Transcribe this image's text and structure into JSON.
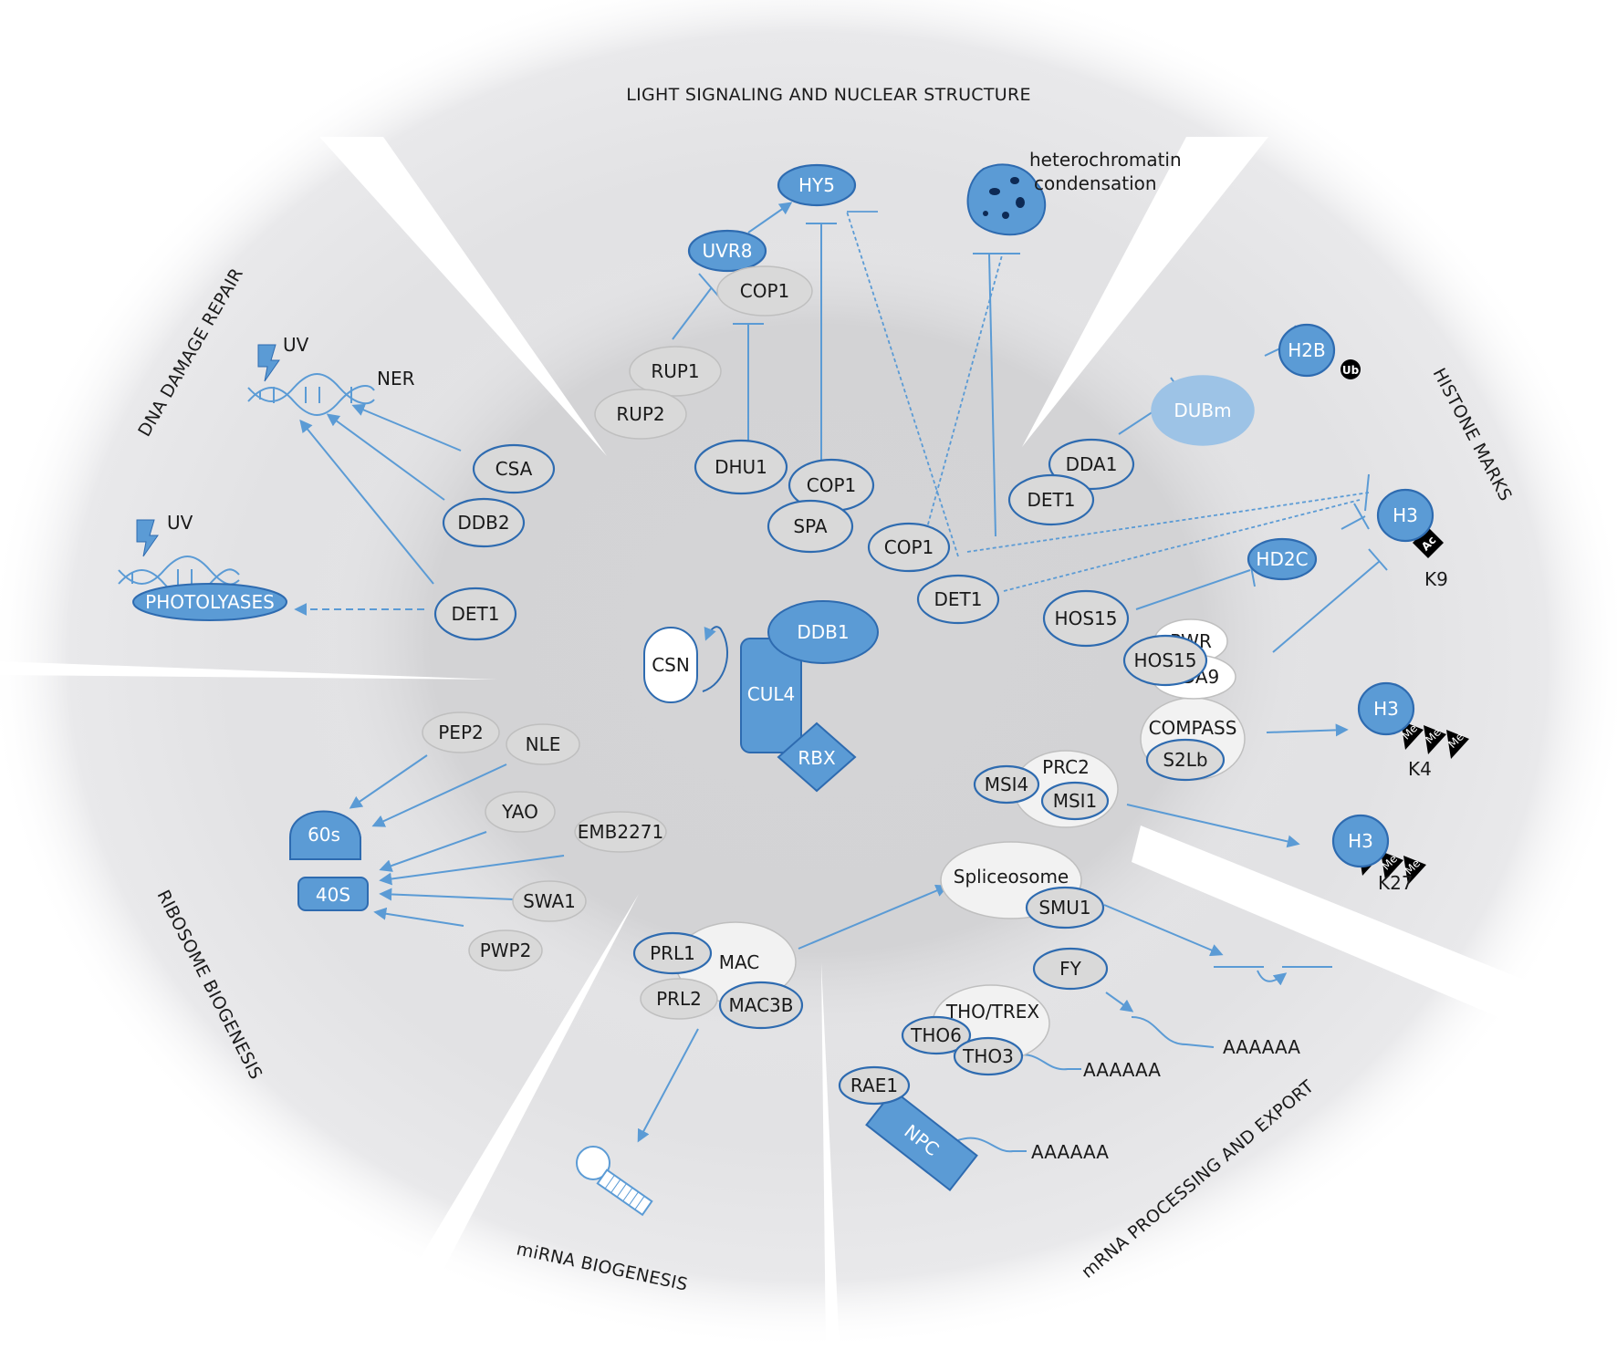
{
  "sections": {
    "light": "LIGHT SIGNALING AND NUCLEAR STRUCTURE",
    "dna": "DNA DAMAGE REPAIR",
    "histone": "HISTONE MARKS",
    "ribosome": "RIBOSOME BIOGENESIS",
    "mirna": "miRNA BIOGENESIS",
    "mrna": "mRNA PROCESSING AND EXPORT"
  },
  "core": {
    "ddb1": "DDB1",
    "cul4": "CUL4",
    "rbx": "RBX",
    "csn": "CSN"
  },
  "light": {
    "hy5": "HY5",
    "uvr8": "UVR8",
    "cop1_top": "COP1",
    "rup1": "RUP1",
    "rup2": "RUP2",
    "dhu1": "DHU1",
    "cop1_spa": "COP1",
    "spa": "SPA",
    "heterochromatin_line1": "heterochromatin",
    "heterochromatin_line2": "condensation"
  },
  "dna": {
    "uv": "UV",
    "ner": "NER",
    "csa": "CSA",
    "ddb2": "DDB2",
    "det1": "DET1",
    "uv2": "UV",
    "photolyases": "PHOTOLYASES"
  },
  "histone": {
    "h2b": "H2B",
    "ub": "Ub",
    "dubm": "DUBm",
    "dda1": "DDA1",
    "det1_a": "DET1",
    "cop1": "COP1",
    "det1_b": "DET1",
    "h3_ac": "H3",
    "ac": "Ac",
    "k9": "K9",
    "hd2c": "HD2C",
    "hos15": "HOS15",
    "hos15_b": "HOS15",
    "pwr": "PWR",
    "hda9": "HDA9",
    "compass": "COMPASS",
    "s2lb": "S2Lb",
    "h3_k4": "H3",
    "k4": "K4",
    "prc2": "PRC2",
    "msi4": "MSI4",
    "msi1": "MSI1",
    "h3_k27": "H3",
    "k27": "K27",
    "me": "Me"
  },
  "ribosome": {
    "pep2": "PEP2",
    "nle": "NLE",
    "s60": "60s",
    "s40": "40S",
    "yao": "YAO",
    "emb2271": "EMB2271",
    "swa1": "SWA1",
    "pwp2": "PWP2"
  },
  "mirna": {
    "prl1": "PRL1",
    "mac": "MAC",
    "prl2": "PRL2",
    "mac3b": "MAC3B"
  },
  "mrna": {
    "spliceosome": "Spliceosome",
    "smu1": "SMU1",
    "fy": "FY",
    "tho_trex": "THO/TREX",
    "tho6": "THO6",
    "tho3": "THO3",
    "rae1": "RAE1",
    "npc": "NPC",
    "polya1": "AAAAAA",
    "polya2": "AAAAAA",
    "polya3": "AAAAAA"
  },
  "colors": {
    "accent": "#5b9bd5",
    "stroke": "#2e6bb0",
    "gray_node": "#d9d9d9",
    "light_blue": "#9dc3e6",
    "background": "#e4e4e6"
  }
}
